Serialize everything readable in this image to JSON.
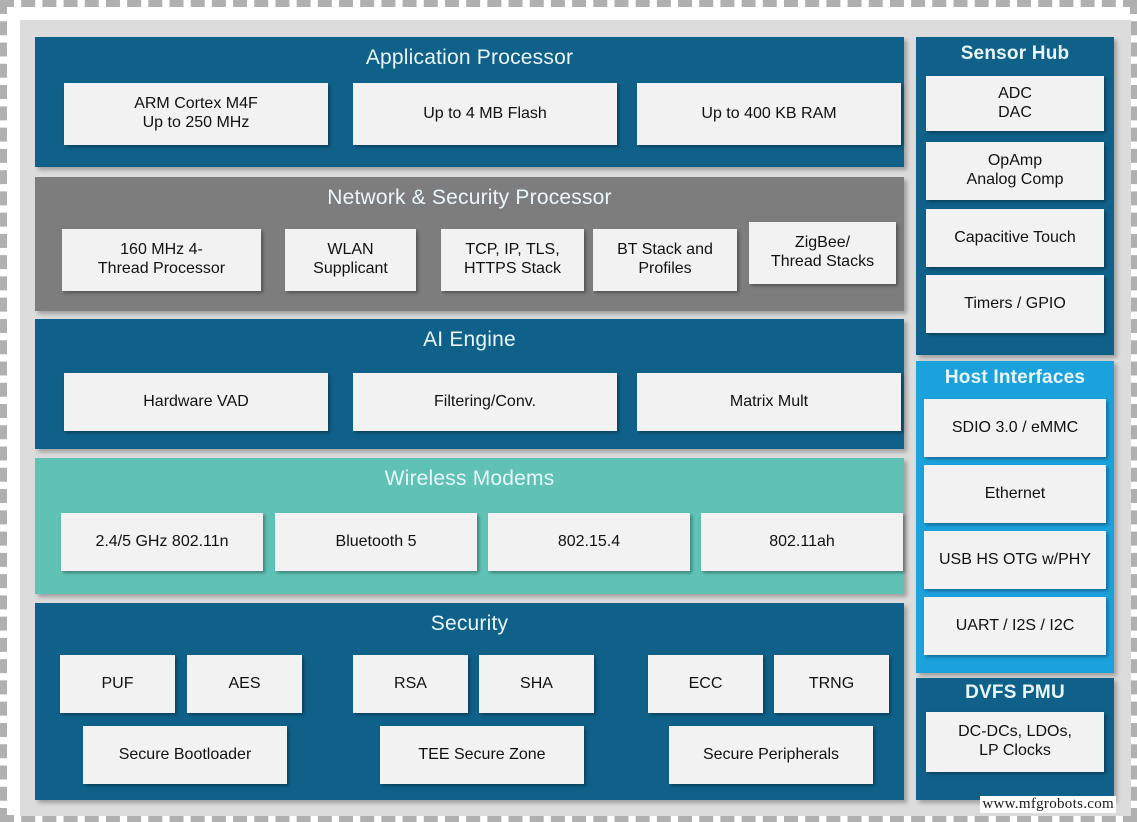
{
  "diagram": {
    "colors": {
      "dark_blue": "#0f6189",
      "gray": "#7d7d7d",
      "teal": "#5fc2b4",
      "light_blue": "#1ba1dc",
      "tile": "#f2f2f2",
      "background": "#dcdcdc"
    },
    "watermark": "www.mfgrobots.com",
    "panels": {
      "application_processor": {
        "title": "Application Processor",
        "tiles": [
          "ARM Cortex M4F\nUp to 250 MHz",
          "Up to 4 MB Flash",
          "Up to 400 KB RAM"
        ]
      },
      "network_security_processor": {
        "title": "Network & Security Processor",
        "tiles": [
          "160 MHz 4-\nThread Processor",
          "WLAN\nSupplicant",
          "TCP, IP, TLS,\nHTTPS Stack",
          "BT Stack and\nProfiles",
          "ZigBee/\nThread Stacks"
        ]
      },
      "ai_engine": {
        "title": "AI Engine",
        "tiles": [
          "Hardware VAD",
          "Filtering/Conv.",
          "Matrix Mult"
        ]
      },
      "wireless_modems": {
        "title": "Wireless Modems",
        "tiles": [
          "2.4/5 GHz 802.11n",
          "Bluetooth 5",
          "802.15.4",
          "802.11ah"
        ]
      },
      "security": {
        "title": "Security",
        "row1": [
          "PUF",
          "AES",
          "RSA",
          "SHA",
          "ECC",
          "TRNG"
        ],
        "row2": [
          "Secure Bootloader",
          "TEE Secure Zone",
          "Secure Peripherals"
        ]
      },
      "sensor_hub": {
        "title": "Sensor Hub",
        "tiles": [
          "ADC\nDAC",
          "OpAmp\nAnalog Comp",
          "Capacitive Touch",
          "Timers / GPIO"
        ]
      },
      "host_interfaces": {
        "title": "Host Interfaces",
        "tiles": [
          "SDIO 3.0 / eMMC",
          "Ethernet",
          "USB HS OTG w/PHY",
          "UART / I2S / I2C"
        ]
      },
      "dvfs_pmu": {
        "title": "DVFS PMU",
        "tiles": [
          "DC-DCs, LDOs,\nLP Clocks"
        ]
      }
    }
  }
}
